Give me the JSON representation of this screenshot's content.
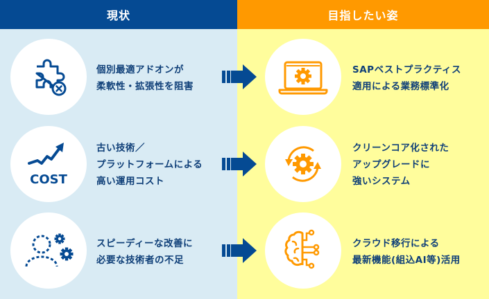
{
  "header": {
    "current_label": "現状",
    "target_label": "目指したい姿"
  },
  "colors": {
    "navy": "#054a93",
    "orange": "#ff9900",
    "left_bg": "#d9ebf4",
    "right_bg": "#fffd9c",
    "text": "#0f3f78"
  },
  "rows": [
    {
      "current": {
        "icon": "puzzle-x-icon",
        "lines": [
          "個別最適アドオンが",
          "柔軟性・拡張性を阻害"
        ]
      },
      "target": {
        "icon": "laptop-gear-icon",
        "lines": [
          "SAPベストプラクティス",
          "適用による業務標準化"
        ]
      }
    },
    {
      "current": {
        "icon": "cost-rising-icon",
        "icon_text": "COST",
        "lines": [
          "古い技術／",
          "プラットフォームによる",
          "高い運用コスト"
        ]
      },
      "target": {
        "icon": "gear-cycle-icon",
        "lines": [
          "クリーンコア化された",
          "アップグレードに",
          "強いシステム"
        ]
      }
    },
    {
      "current": {
        "icon": "person-gears-icon",
        "lines": [
          "スピーディーな改善に",
          "必要な技術者の不足"
        ]
      },
      "target": {
        "icon": "ai-brain-icon",
        "lines": [
          "クラウド移行による",
          "最新機能(組込AI等)活用"
        ]
      }
    }
  ]
}
